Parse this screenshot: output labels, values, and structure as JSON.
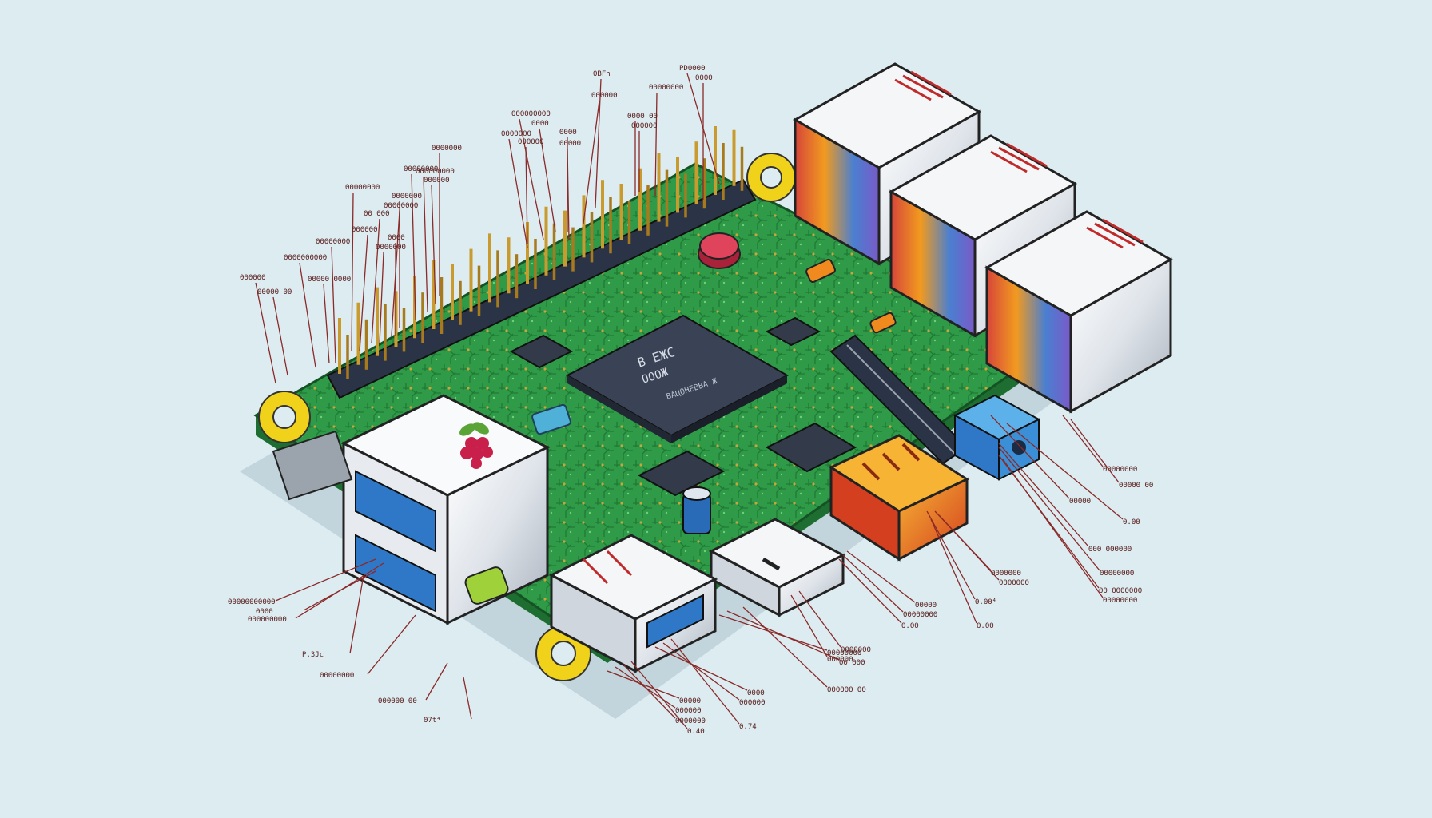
{
  "colors": {
    "background": "#dcecf0",
    "pcb": "#2f9a48",
    "pcb_edge": "#1d6e30",
    "header": "#2b3446",
    "pin": "#c99a2e",
    "chip": "#3a4256",
    "mount_ring": "#f1d21a",
    "label_ink": "#5a1f1f",
    "leader": "#8a2a2a",
    "usb_blue": "#2f78c8",
    "hdmi_orange": "#f29a1f",
    "audio_blue": "#3a8fd6"
  },
  "chip_marking": {
    "line1": "B ЕЖС",
    "line2": "ОООЖ",
    "line3": "ВАЦОНЕВВА Ж"
  },
  "component_icons": [
    "raspberry-logo-icon",
    "ethernet-port-icon",
    "usb-port-icon",
    "hdmi-port-icon",
    "audio-jack-icon",
    "sd-slot-icon",
    "capacitor-icon"
  ],
  "labels": {
    "top": [
      "ΘBFh",
      "PDΘΘΘΘ",
      "ΘΘΘΘ",
      "ΘΘΘΘΘΘΘΘ",
      "ΘΘΘΘΘΘ",
      "ΘΘΘΘΘΘΘΘΘ",
      "ΘΘΘΘ",
      "ΘΘΘΘΘΘΘ",
      "ΘΘΘΘ ΘΘ",
      "ΘΘΘΘΘΘ",
      "ΘΘΘΘΘΘ",
      "ΘΘΘΘ",
      "ΘΘΘΘΘ",
      "ΘΘΘΘΘΘΘ",
      "ΘΘΘΘΘΘΘΘ",
      "ΘΘΘΘΘΘΘΘΘ",
      "ΘΘΘΘΘΘ",
      "ΘΘΘΘΘΘΘ",
      "ΘΘΘΘΘΘΘΘ",
      "ΘΘΘΘ",
      "ΘΘΘΘΘΘΘ"
    ],
    "left": [
      "ΘΘΘΘΘΘΘΘΘΘ",
      "ΘΘΘΘΘ ΘΘΘΘ",
      "ΘΘΘΘΘ ΘΘ",
      "ΘΘΘΘΘΘ",
      "ΘΘΘΘΘΘΘΘ",
      "ΘΘΘΘΘΘ",
      "ΘΘ ΘΘΘ",
      "ΘΘΘΘΘΘΘΘ"
    ],
    "bottom_left": [
      "ΘΘΘΘΘΘΘΘΘΘΘ",
      "ΘΘΘΘ",
      "ΘΘΘΘΘΘΘΘΘ",
      "P.3Jc",
      "ΘΘΘΘΘΘΘΘ",
      "ΘΘΘΘΘΘ ΘΘ",
      "Θ7t⁴"
    ],
    "bottom": [
      "ΘΘΘΘΘ",
      "ΘΘΘΘΘΘ",
      "ΘΘΘΘΘΘΘ",
      "Θ.4Θ",
      "ΘΘΘΘ",
      "ΘΘΘΘΘΘ",
      "Θ.74",
      "ΘΘΘΘΘΘΘΘ",
      "ΘΘ ΘΘΘ",
      "ΘΘΘΘΘΘ ΘΘ"
    ],
    "right": [
      "ΘΘΘΘΘ",
      "ΘΘΘΘΘΘΘΘ",
      "Θ.ΘΘ",
      "ΘΘΘΘΘΘΘ",
      "ΘΘΘΘΘΘ",
      "Θ.ΘΘ⁴",
      "Θ.ΘΘ",
      "ΘΘΘΘΘΘΘ",
      "ΘΘΘΘΘΘΘ",
      "ΘΘ ΘΘΘΘΘΘΘ",
      "ΘΘΘΘΘΘΘΘ",
      "ΘΘΘΘΘΘΘΘ",
      "ΘΘΘ ΘΘΘΘΘΘ",
      "ΘΘΘΘΘ",
      "Θ.ΘΘ",
      "ΘΘΘΘΘΘΘΘ",
      "ΘΘΘΘΘ ΘΘ"
    ]
  }
}
